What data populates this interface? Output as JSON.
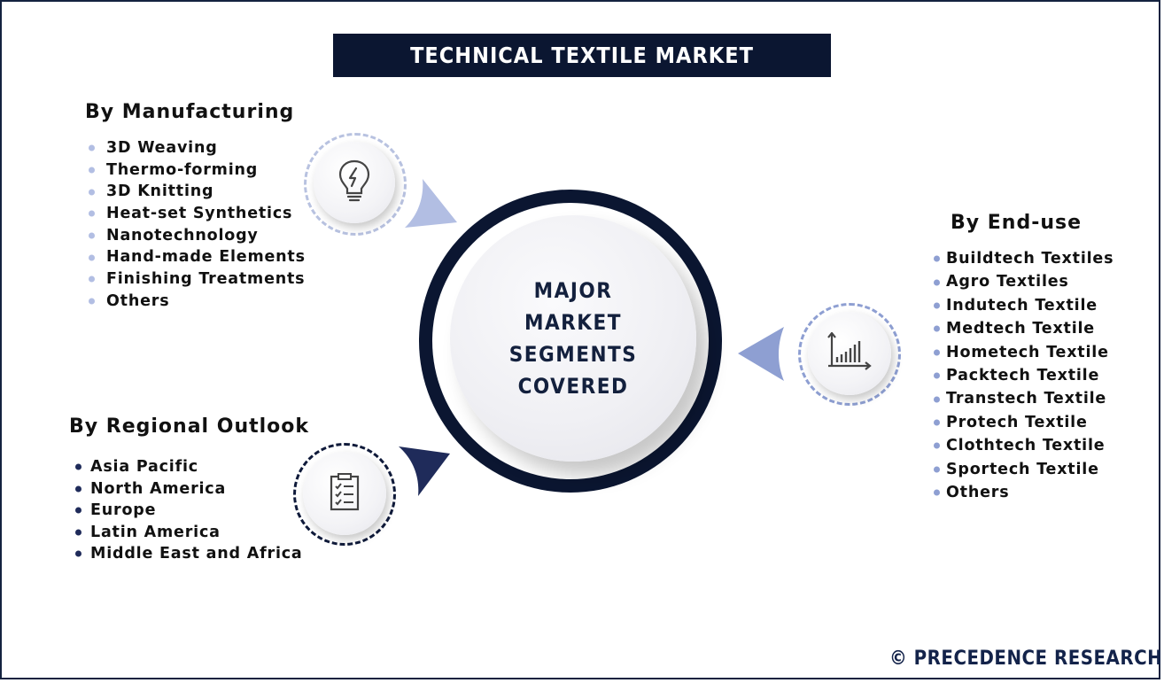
{
  "title": "TECHNICAL TEXTILE MARKET",
  "center": {
    "lines": [
      "MAJOR",
      "MARKET",
      "SEGMENTS",
      "COVERED"
    ]
  },
  "segments": {
    "manufacturing": {
      "heading": "By Manufacturing",
      "icon": "lightbulb-icon",
      "items": [
        "3D Weaving",
        "Thermo-forming",
        "3D Knitting",
        "Heat-set Synthetics",
        "Nanotechnology",
        "Hand-made Elements",
        "Finishing Treatments",
        "Others"
      ]
    },
    "end_use": {
      "heading": "By End-use",
      "icon": "bar-chart-icon",
      "items": [
        "Buildtech Textiles",
        "Agro Textiles",
        "Indutech Textile",
        "Medtech Textile",
        "Hometech Textile",
        "Packtech Textile",
        "Transtech Textile",
        "Protech Textile",
        "Clothtech Textile",
        "Sportech Textile",
        "Others"
      ]
    },
    "regional": {
      "heading": "By Regional Outlook",
      "icon": "checklist-icon",
      "items": [
        "Asia Pacific",
        "North America",
        "Europe",
        "Latin America",
        "Middle East and Africa"
      ]
    }
  },
  "brand": "© PRECEDENCE RESEARCH",
  "colors": {
    "navy": "#0b1631",
    "light_blue": "#b2bee3",
    "mid_blue": "#8e9fd2",
    "dark_blue": "#1f2b5a"
  }
}
